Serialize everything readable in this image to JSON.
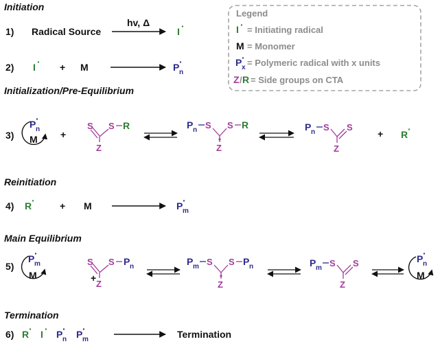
{
  "colors": {
    "initiating_radical": "#2e7d32",
    "polymer": "#2d2a8a",
    "cta": "#a23a9b",
    "text": "#111111",
    "legend_text": "#8c8c8c",
    "legend_border": "#a5a5a5"
  },
  "sections": {
    "initiation": "Initiation",
    "pre_equilibrium": "Initialization/Pre-Equilibrium",
    "reinitiation": "Reinitiation",
    "main_equilibrium": "Main Equilibrium",
    "termination": "Termination"
  },
  "steps": [
    "1)",
    "2)",
    "3)",
    "4)",
    "5)",
    "6)"
  ],
  "symbols": {
    "I": "I",
    "M": "M",
    "P": "P",
    "R": "R",
    "S": "S",
    "Z": "Z",
    "plus": "+",
    "dot": "·",
    "n": "n",
    "m": "m",
    "x": "x",
    "bond": "–"
  },
  "reaction1": {
    "reactant": "Radical Source",
    "conditions": "hv, Δ"
  },
  "reaction6": {
    "product": "Termination"
  },
  "legend": {
    "title": "Legend",
    "initiating_radical": "= Initiating radical",
    "monomer": "= Monomer",
    "polymeric_radical": "= Polymeric radical with x units",
    "side_groups_slash": "/",
    "side_groups": "= Side groups on CTA"
  }
}
